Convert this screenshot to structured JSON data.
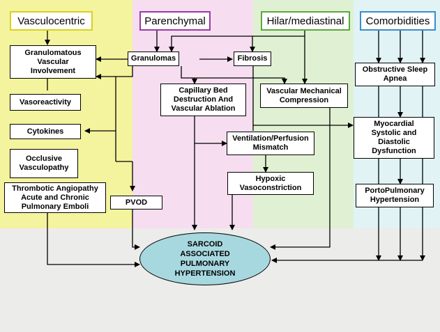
{
  "columns": {
    "vasculocentric": {
      "label": "Vasculocentric",
      "color": "#f4f39e",
      "border": "#d9d21a"
    },
    "parenchymal": {
      "label": "Parenchymal",
      "color": "#f6ddf0",
      "border": "#9a3aa8"
    },
    "hilar": {
      "label": "Hilar/mediastinal",
      "color": "#dff1d2",
      "border": "#5aa83a"
    },
    "comorbidities": {
      "label": "Comorbidities",
      "color": "#e1f3f5",
      "border": "#3a8ccc"
    }
  },
  "nodes": {
    "granulomatous_vascular": "Granulomatous Vascular Involvement",
    "vasoreactivity": "Vasoreactivity",
    "cytokines": "Cytokines",
    "occlusive_vasculopathy": "Occlusive Vasculopathy",
    "thrombotic": "Thrombotic Angiopathy Acute and Chronic Pulmonary Emboli",
    "pvod": "PVOD",
    "granulomas": "Granulomas",
    "fibrosis": "Fibrosis",
    "capillary_bed": "Capillary Bed Destruction And Vascular Ablation",
    "vq_mismatch": "Ventilation/Perfusion Mismatch",
    "hypoxic": "Hypoxic Vasoconstriction",
    "vascular_mechanical": "Vascular Mechanical Compression",
    "osa": "Obstructive Sleep Apnea",
    "myocardial": "Myocardial Systolic and Diastolic Dysfunction",
    "portopulmonary": "PortoPulmonary Hypertension",
    "outcome": "SARCOID ASSOCIATED PULMONARY HYPERTENSION"
  }
}
